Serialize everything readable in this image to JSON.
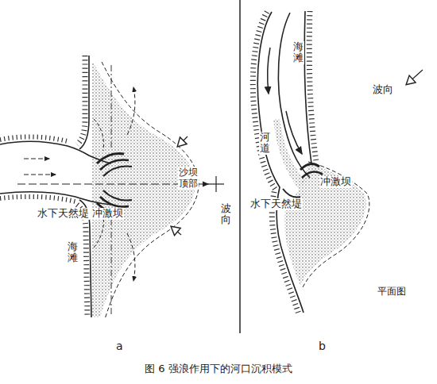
{
  "diagram": {
    "caption": "图 6 强浪作用下的河口沉积模式",
    "labels": [
      "沙坝顶部",
      "波向",
      "水下天然堤",
      "冲激坝",
      "海滩",
      "a",
      "海滩",
      "河道",
      "冲激坝",
      "波向",
      "水下天然堤",
      "平面图",
      "b"
    ]
  }
}
